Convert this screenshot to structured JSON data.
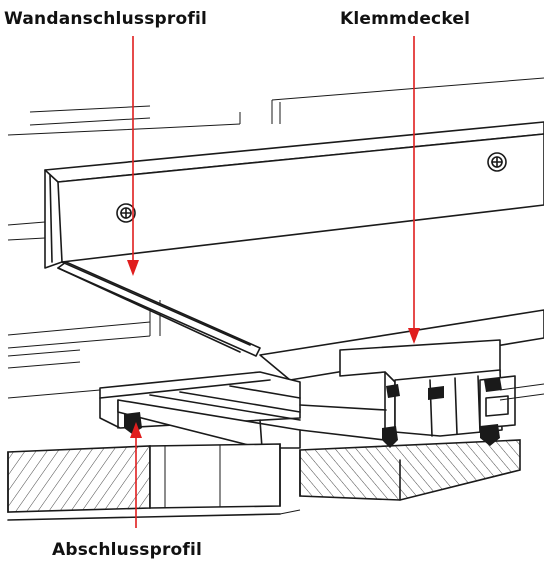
{
  "labels": {
    "wandanschlussprofil": "Wandanschlussprofil",
    "klemmdeckel": "Klemmdeckel",
    "abschlussprofil": "Abschlussprofil"
  },
  "colors": {
    "leader_line": "#e01e1e",
    "drawing_line": "#1a1a1a",
    "background": "#ffffff"
  }
}
